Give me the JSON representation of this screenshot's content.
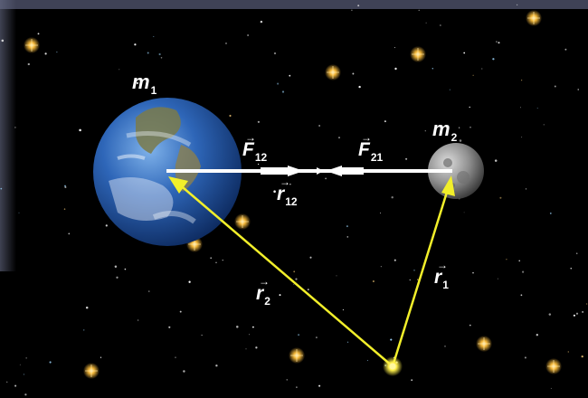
{
  "masses": {
    "m1": {
      "base": "m",
      "sub": "1"
    },
    "m2": {
      "base": "m",
      "sub": "2"
    }
  },
  "vectors": {
    "F12": {
      "base": "F",
      "sub": "12"
    },
    "F21": {
      "base": "F",
      "sub": "21"
    },
    "r12": {
      "base": "r",
      "sub": "12"
    },
    "r1": {
      "base": "r",
      "sub": "1"
    },
    "r2": {
      "base": "r",
      "sub": "2"
    }
  },
  "arrow_glyph": "→",
  "colors": {
    "background": "#000000",
    "force_line": "#ffffff",
    "position_vectors": "#f2ef2a",
    "earth_ocean": "#2b62b3",
    "moon": "#9a9a9a"
  }
}
